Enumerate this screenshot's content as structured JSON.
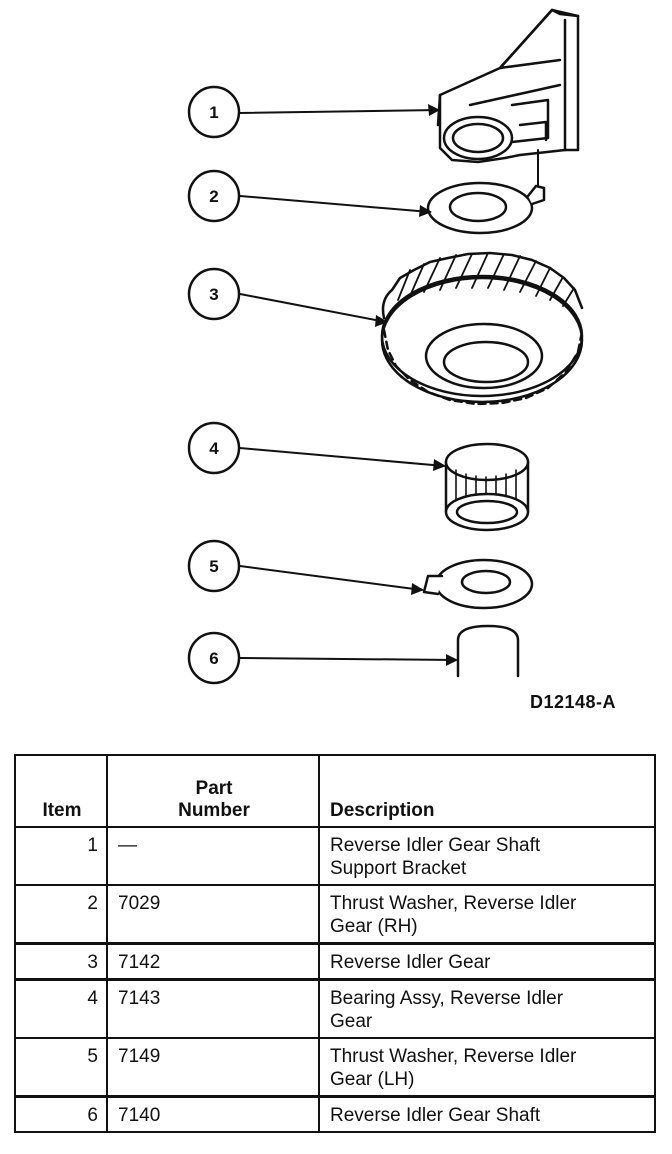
{
  "diagram": {
    "callouts": [
      "1",
      "2",
      "3",
      "4",
      "5",
      "6"
    ],
    "figure_id": "D12148-A"
  },
  "table": {
    "headers": {
      "item": "Item",
      "part_number_line1": "Part",
      "part_number_line2": "Number",
      "description": "Description"
    },
    "rows": [
      {
        "item": "1",
        "part_number": "—",
        "description_lines": [
          "Reverse Idler Gear Shaft",
          "Support Bracket"
        ]
      },
      {
        "item": "2",
        "part_number": "7029",
        "description_lines": [
          "Thrust Washer, Reverse Idler",
          "Gear (RH)"
        ]
      },
      {
        "item": "3",
        "part_number": "7142",
        "description_lines": [
          "Reverse Idler Gear"
        ]
      },
      {
        "item": "4",
        "part_number": "7143",
        "description_lines": [
          "Bearing Assy, Reverse Idler",
          "Gear"
        ]
      },
      {
        "item": "5",
        "part_number": "7149",
        "description_lines": [
          "Thrust Washer, Reverse Idler",
          "Gear (LH)"
        ]
      },
      {
        "item": "6",
        "part_number": "7140",
        "description_lines": [
          "Reverse Idler Gear Shaft"
        ]
      }
    ]
  }
}
